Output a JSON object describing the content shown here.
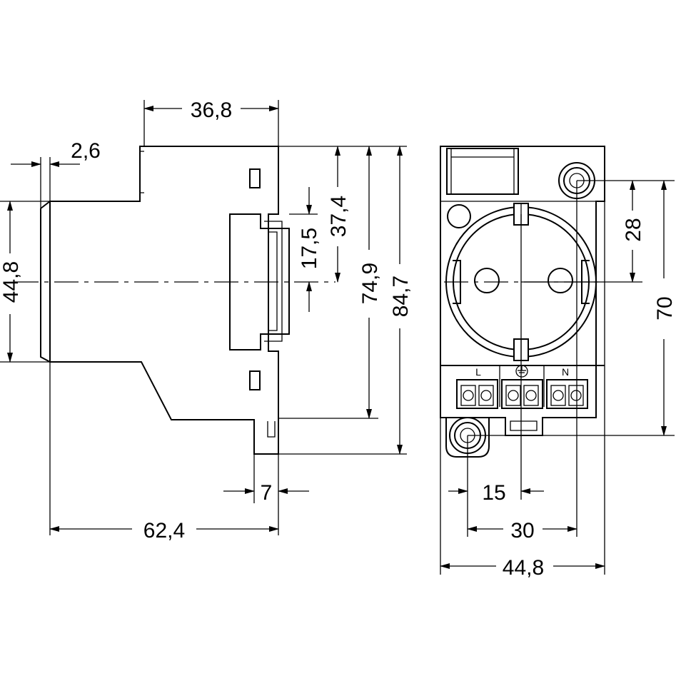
{
  "side_view": {
    "dims": {
      "top_width": "36,8",
      "left_offset": "2,6",
      "left_height": "44,8",
      "rail_height": "17,5",
      "upper_height": "37,4",
      "height_mid": "74,9",
      "height_total": "84,7",
      "clip_width": "7",
      "total_depth": "62,4"
    }
  },
  "front_view": {
    "terminal_labels": {
      "live": "L",
      "neutral": "N"
    },
    "dims": {
      "hole_height": "28",
      "total_height": "70",
      "pitch_half": "15",
      "pitch": "30",
      "width": "44,8"
    }
  }
}
